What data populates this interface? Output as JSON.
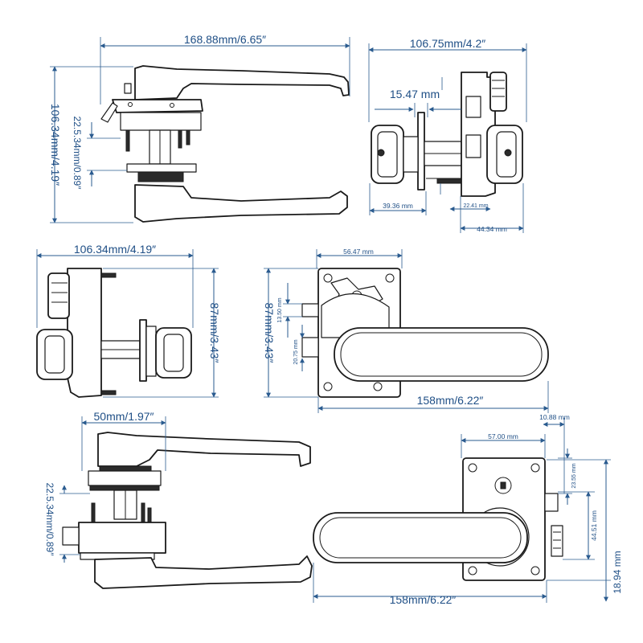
{
  "colors": {
    "dimension": "#2a5b8f",
    "drawing": "#1a1a1a",
    "background": "#ffffff"
  },
  "views": {
    "top_left": {
      "width_label": "168.88mm/6.65″",
      "height_label": "106.34mm/4.19″",
      "offset_label": "22.5.34mm/0.89″"
    },
    "top_right": {
      "width_label": "106.75mm/4.2″",
      "thickness_label": "15.47 mm",
      "knob_label": "39.36 mm",
      "body_label": "22.41 mm",
      "overall_label": "44.34 mm"
    },
    "mid_left": {
      "width_label": "106.34mm/4.19″",
      "height_label": "87mm/3.43″"
    },
    "mid_right": {
      "plate_label": "56.47 mm",
      "height_label": "87mm/3.43″",
      "gap_label": "13.50 mm",
      "latch_label": "20.75 mm",
      "length_label": "158mm/6.22″"
    },
    "bottom_left": {
      "width_label": "50mm/1.97″",
      "offset_label": "22.5.34mm/0.89″"
    },
    "bottom_right": {
      "tab_label": "10.88 mm",
      "plate_label": "57.00 mm",
      "spacing_label": "23.55 mm",
      "latch_label": "44.51 mm",
      "overall_label": "18.94 mm",
      "length_label": "158mm/6.22″"
    }
  }
}
